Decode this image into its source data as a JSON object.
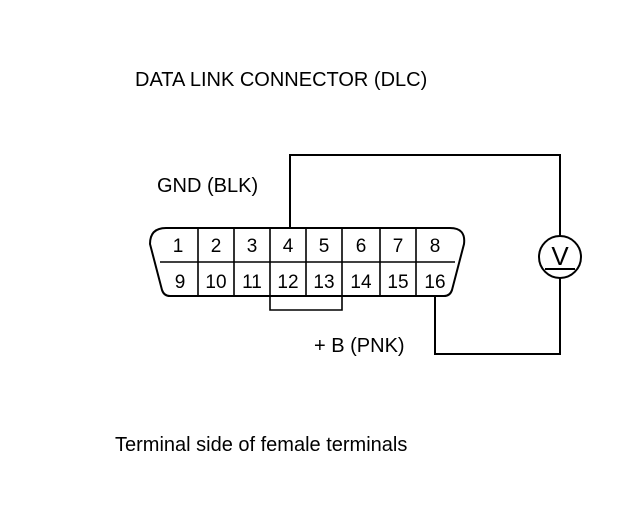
{
  "title": "DATA LINK CONNECTOR (DLC)",
  "caption": "Terminal side of female terminals",
  "labels": {
    "gnd": "GND (BLK)",
    "plus_b": "+ B (PNK)",
    "voltmeter": "V"
  },
  "connector": {
    "top_row": [
      "1",
      "2",
      "3",
      "4",
      "5",
      "6",
      "7",
      "8"
    ],
    "bottom_row": [
      "9",
      "10",
      "11",
      "12",
      "13",
      "14",
      "15",
      "16"
    ]
  },
  "colors": {
    "line": "#000000",
    "background": "#ffffff"
  }
}
